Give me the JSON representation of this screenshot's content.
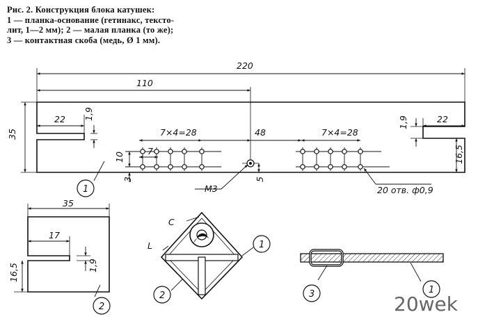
{
  "caption": {
    "line1": "Рис. 2. Конструкция блока катушек:",
    "line2": "1 — планка-основание (гетинакс, тексто-",
    "line3": "лит, 1—2 мм); 2 — малая планка (то же);",
    "line4": "3 — контактная скоба (медь, Ø 1 мм)."
  },
  "dims": {
    "d220": "220",
    "d110": "110",
    "d35": "35",
    "d22a": "22",
    "d19a": "1,9",
    "d7x4a": "7×4=28",
    "d48": "48",
    "d7x4b": "7×4=28",
    "d19b": "1,9",
    "d22b": "22",
    "d7": "7",
    "d10": "10",
    "d3": "3",
    "d5": "5",
    "d165a": "16,5",
    "m3": "М3",
    "holes": "20 отв. ф0,9",
    "s35": "35",
    "s17": "17",
    "s165": "16,5",
    "s19": "1,9",
    "c": "C",
    "l": "L"
  },
  "callouts": {
    "n1a": "1",
    "n2a": "2",
    "n1b": "1",
    "n2b": "2",
    "n3": "3",
    "n1c": "1"
  },
  "watermark": "20wek"
}
